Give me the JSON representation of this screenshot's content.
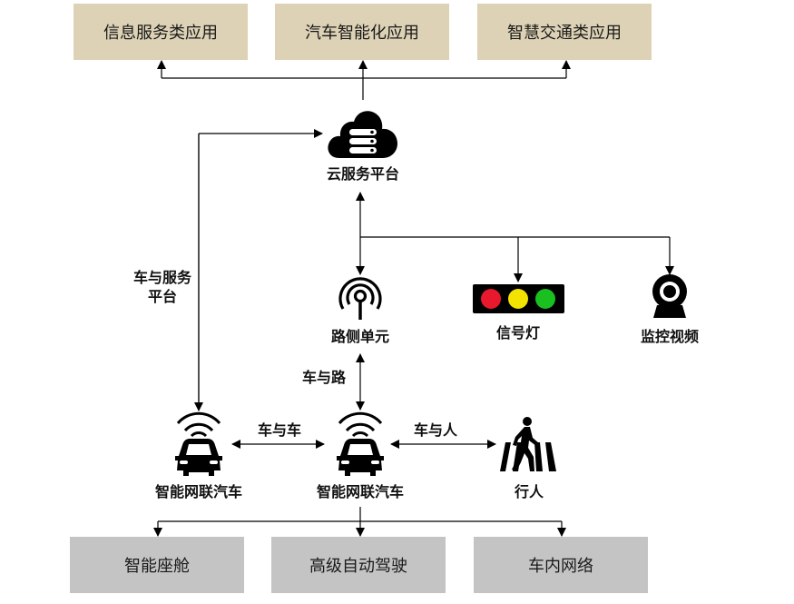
{
  "top_apps": [
    "信息服务类应用",
    "汽车智能化应用",
    "智慧交通类应用"
  ],
  "cloud": {
    "label": "云服务平台",
    "icon": "cloud-server-icon"
  },
  "rsu": {
    "label": "路侧单元",
    "icon": "wireless-signal-icon"
  },
  "traffic_light": {
    "label": "信号灯",
    "icon": "traffic-light-icon",
    "colors": [
      "#e8192c",
      "#f2e300",
      "#19c01f"
    ]
  },
  "camera": {
    "label": "监控视频",
    "icon": "webcam-icon"
  },
  "edges": {
    "v2cloud_line1": "车与服务",
    "v2cloud_line2": "平台",
    "v2r": "车与路",
    "v2v": "车与车",
    "v2p": "车与人"
  },
  "vehicle_left": {
    "label": "智能网联汽车",
    "icon": "connected-car-icon"
  },
  "vehicle_center": {
    "label": "智能网联汽车",
    "icon": "connected-car-icon"
  },
  "pedestrian": {
    "label": "行人",
    "icon": "pedestrian-crossing-icon"
  },
  "bottom_systems": [
    "智能座舱",
    "高级自动驾驶",
    "车内网络"
  ],
  "colors": {
    "top_box": "#ddd2b5",
    "bottom_box": "#c4c4c4",
    "line": "#000000"
  }
}
